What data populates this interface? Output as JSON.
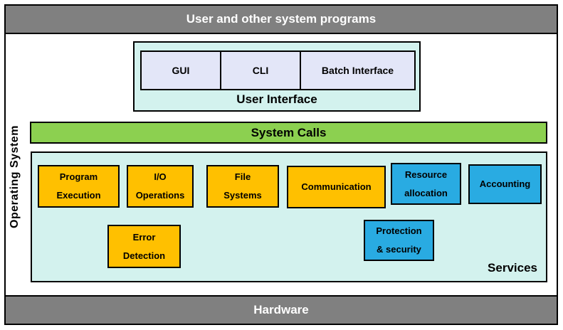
{
  "palette": {
    "bar_gray": "#808080",
    "container_cyan": "#D3F2EE",
    "interface_lavender": "#E3E6F8",
    "system_calls_green": "#8CD050",
    "service_orange": "#FFC000",
    "service_blue": "#29ABE2",
    "border_black": "#000000",
    "bar_text_white": "#FFFFFF",
    "text_black": "#000000"
  },
  "top_bar": {
    "label": "User and other system programs"
  },
  "os_side_label": "Operating System",
  "user_interface": {
    "cells": [
      {
        "label": "GUI"
      },
      {
        "label": "CLI"
      },
      {
        "label": "Batch Interface"
      }
    ],
    "label": "User Interface"
  },
  "system_calls": {
    "label": "System Calls"
  },
  "services": {
    "label": "Services",
    "boxes": [
      {
        "label": "Program\nExecution",
        "color": "orange"
      },
      {
        "label": "I/O\nOperations",
        "color": "orange"
      },
      {
        "label": "File\nSystems",
        "color": "orange"
      },
      {
        "label": "Communication",
        "color": "orange"
      },
      {
        "label": "Resource\nallocation",
        "color": "blue"
      },
      {
        "label": "Accounting",
        "color": "blue"
      },
      {
        "label": "Error\nDetection",
        "color": "orange"
      },
      {
        "label": "Protection\n& security",
        "color": "blue"
      }
    ]
  },
  "hardware_bar": {
    "label": "Hardware"
  }
}
